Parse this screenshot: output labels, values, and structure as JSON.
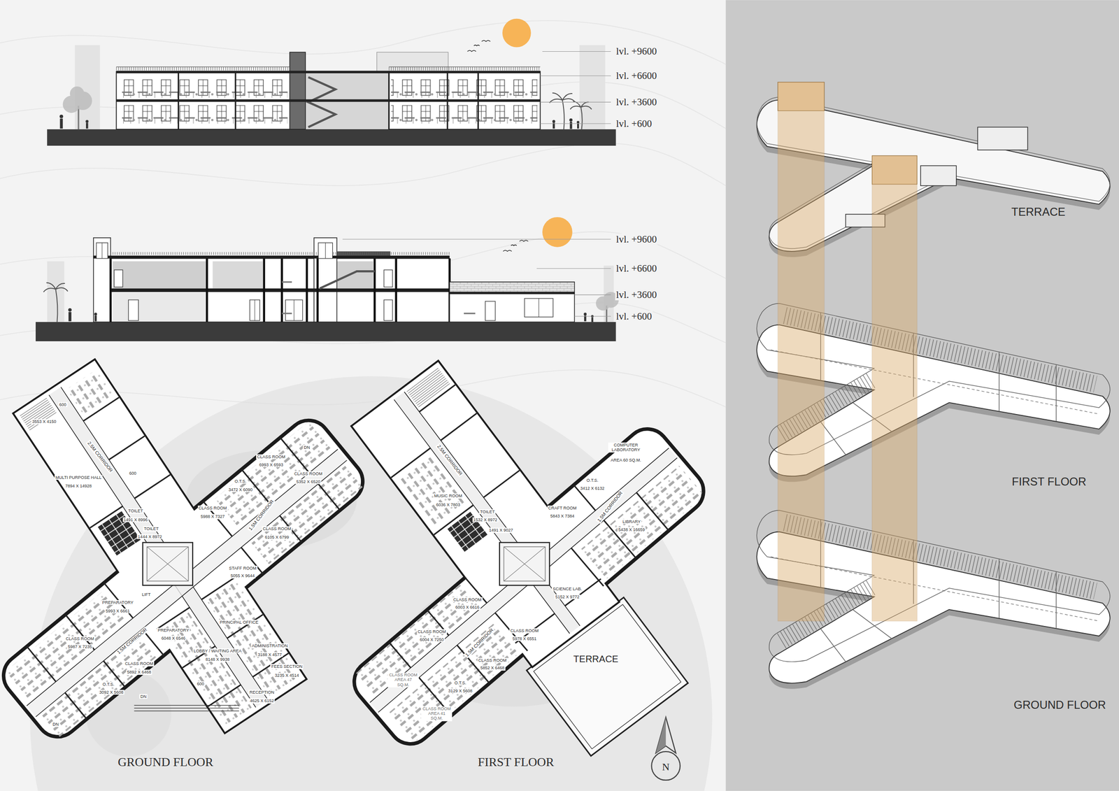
{
  "diagram": {
    "labels": [
      "lvl. +9600",
      "lvl. +6600",
      "lvl. +3600",
      "lvl. +600",
      "lvl. +9600",
      "lvl. +6600",
      "lvl. +3600",
      "lvl. +600",
      "600",
      "3553 X 4150",
      "2.5M CORRIDOR",
      "600",
      "MULTI PURPOSE HALL",
      "7894 X 14928",
      "TOILET",
      "1491 X 8996",
      "TOILET",
      "1444 X 8972",
      "CLASS ROOM",
      "6993 X 6593",
      "O.T.S.",
      "3472 X 6090",
      "CLASS ROOM",
      "5352 X 6520",
      "CLASS ROOM",
      "5988 X 7327",
      "1.5M CORRIDOR",
      "CLASS ROOM",
      "6105 X 6799",
      "STAFF ROOM",
      "5055 X 9644",
      "LIFT",
      "PREPARATORY",
      "5993 X 6661",
      "PREPARATORY",
      "6048 X 6546",
      "PRINCIPAL OFFICE",
      "1.5M CORRIDOR",
      "CLASS ROOM",
      "5987 X 7235",
      "LOBBY / WAITING AREA",
      "8148 X 9938",
      "ADMINISTRATION",
      "3188 X 4577",
      "CLASS ROOM",
      "5892 X 6468",
      "FEES SECTION",
      "3235 X 4514",
      "O.T.S.",
      "3092 X 5608",
      "600",
      "RECEPTION",
      "4625 X 6152",
      "DN",
      "DN",
      "DN",
      "GROUND FLOOR",
      "2.5M CORRIDOR",
      "COMPUTER LABORATORY",
      "AREA 60 SQ.M.",
      "O.T.S.",
      "3412 X 6132",
      "CRAFT ROOM",
      "5843 X 7384",
      "1.5M CORRIDOR",
      "LIBRARY",
      "5438 X 16659",
      "MUSIC ROOM",
      "6036 X 7803",
      "TOILET",
      "1532 X 8972",
      "1491 X 9027",
      "SCIENCE LAB.",
      "5152 X 9772",
      "CLASS ROOM",
      "6003 X 6616",
      "CLASS ROOM",
      "6004 X 7250",
      "1.5M CORRIDOR",
      "CLASS ROOM",
      "5978 X 6551",
      "CLASS ROOM",
      "5852 X 6468",
      "CLASS ROOM AREA 47 SQ.M.",
      "O.T.S.",
      "3129 X 5608",
      "CLASS ROOM AREA 41 SQ.M.",
      "TERRACE",
      "FIRST FLOOR",
      "N",
      "TERRACE",
      "FIRST FLOOR",
      "GROUND FLOOR"
    ]
  }
}
